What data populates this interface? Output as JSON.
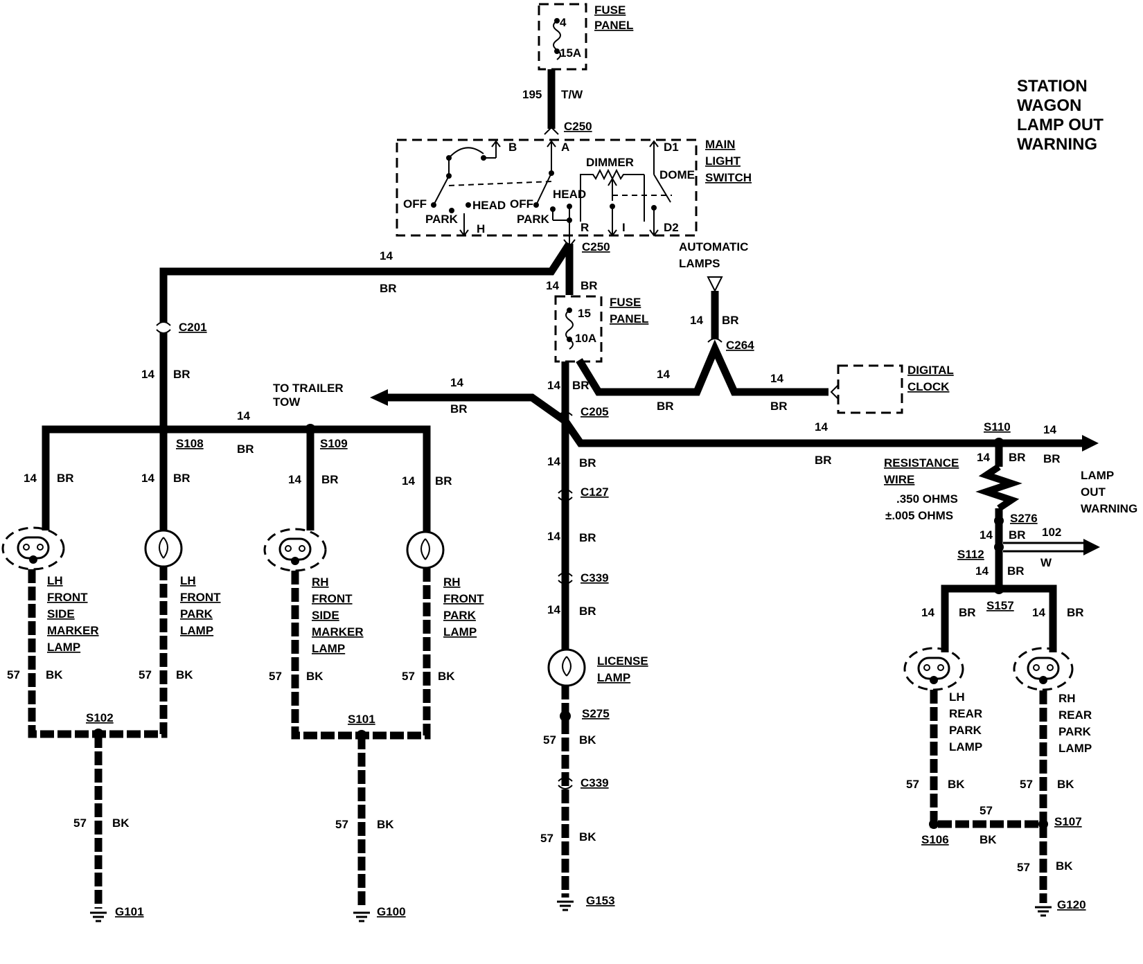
{
  "title": [
    "STATION",
    "WAGON",
    "LAMP OUT",
    "WARNING"
  ],
  "fuse_panel_top": {
    "label": [
      "FUSE",
      "PANEL"
    ],
    "number": "4",
    "rating": "15A"
  },
  "fuse_panel_mid": {
    "label": [
      "FUSE",
      "PANEL"
    ],
    "number": "15",
    "rating": "10A"
  },
  "main_light_switch": {
    "label": [
      "MAIN",
      "LIGHT",
      "SWITCH"
    ],
    "terminals": {
      "b": "B",
      "a": "A",
      "d1": "D1",
      "h": "H",
      "r": "R",
      "i": "I",
      "d2": "D2"
    },
    "positions": {
      "off1": "OFF",
      "park1": "PARK",
      "head1": "HEAD",
      "off2": "OFF",
      "park2": "PARK",
      "head2": "HEAD",
      "dimmer": "DIMMER",
      "dome": "DOME"
    }
  },
  "connectors": {
    "c250_top": "C250",
    "c250_bot": "C250",
    "c201": "C201",
    "c205": "C205",
    "c264": "C264",
    "c127": "C127",
    "c339_a": "C339",
    "c339_b": "C339",
    "s108": "S108",
    "s109": "S109",
    "s110": "S110",
    "s276": "S276",
    "s112": "S112",
    "s157": "S157",
    "s102": "S102",
    "s101": "S101",
    "s275": "S275",
    "s106": "S106",
    "s107": "S107",
    "g101": "G101",
    "g100": "G100",
    "g153": "G153",
    "g120": "G120"
  },
  "wires": {
    "w195": "195",
    "w195_color": "T/W",
    "n14": "14",
    "n57": "57",
    "n102": "102",
    "br": "BR",
    "bk": "BK",
    "w": "W"
  },
  "lamps": {
    "lh_side": [
      "LH",
      "FRONT",
      "SIDE",
      "MARKER",
      "LAMP"
    ],
    "lh_park": [
      "LH",
      "FRONT",
      "PARK",
      "LAMP"
    ],
    "rh_side": [
      "RH",
      "FRONT",
      "SIDE",
      "MARKER",
      "LAMP"
    ],
    "rh_park": [
      "RH",
      "FRONT",
      "PARK",
      "LAMP"
    ],
    "license": [
      "LICENSE",
      "LAMP"
    ],
    "lh_rear": [
      "LH",
      "REAR",
      "PARK",
      "LAMP"
    ],
    "rh_rear": [
      "RH",
      "REAR",
      "PARK",
      "LAMP"
    ]
  },
  "auto_lamps": [
    "AUTOMATIC",
    "LAMPS"
  ],
  "digital_clock": [
    "DIGITAL",
    "CLOCK"
  ],
  "trailer_tow": [
    "TO TRAILER",
    "TOW"
  ],
  "lamp_out_warning": [
    "LAMP",
    "OUT",
    "WARNING"
  ],
  "resistance_wire": {
    "label": [
      "RESISTANCE",
      "WIRE"
    ],
    "value": ".350 OHMS",
    "tolerance": "±.005 OHMS"
  }
}
